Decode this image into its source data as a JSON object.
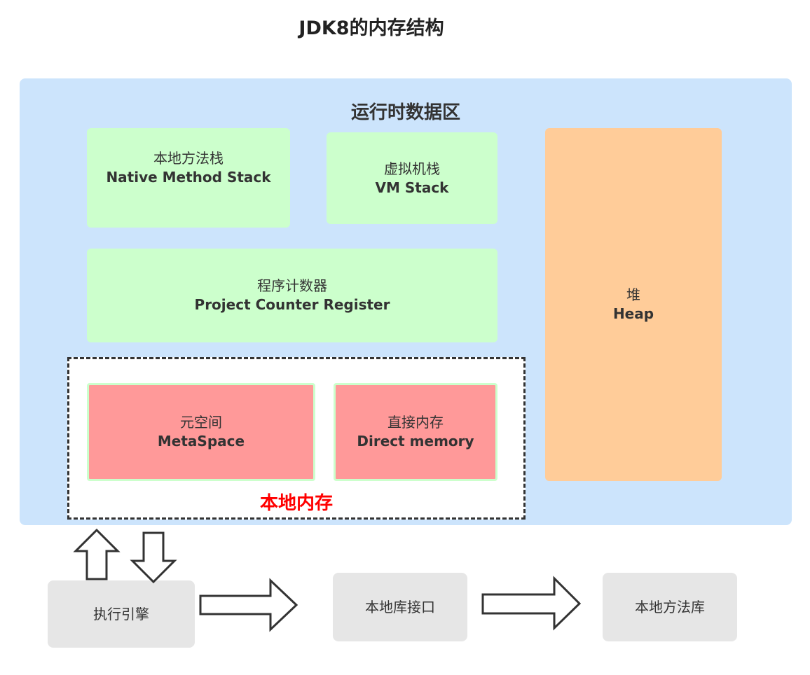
{
  "title": "JDK8的内存结构",
  "runtime_area": {
    "title": "运行时数据区"
  },
  "native_method_stack": {
    "cn": "本地方法栈",
    "en": "Native Method Stack"
  },
  "vm_stack": {
    "cn": "虚拟机栈",
    "en": "VM Stack"
  },
  "program_counter": {
    "cn": "程序计数器",
    "en": "Project Counter Register"
  },
  "heap": {
    "cn": "堆",
    "en": "Heap"
  },
  "native_memory": {
    "label": "本地内存",
    "metaspace": {
      "cn": "元空间",
      "en": "MetaSpace"
    },
    "direct_memory": {
      "cn": "直接内存",
      "en": "Direct memory"
    }
  },
  "bottom": {
    "execution_engine": "执行引擎",
    "native_library_interface": "本地库接口",
    "native_method_library": "本地方法库"
  },
  "colors": {
    "runtime_area": "#cce4fc",
    "green_box": "#ccffcc",
    "heap": "#ffcc99",
    "red_box": "#ff9999",
    "gray_box": "#e6e6e6",
    "native_memory_label": "#ff0000"
  }
}
